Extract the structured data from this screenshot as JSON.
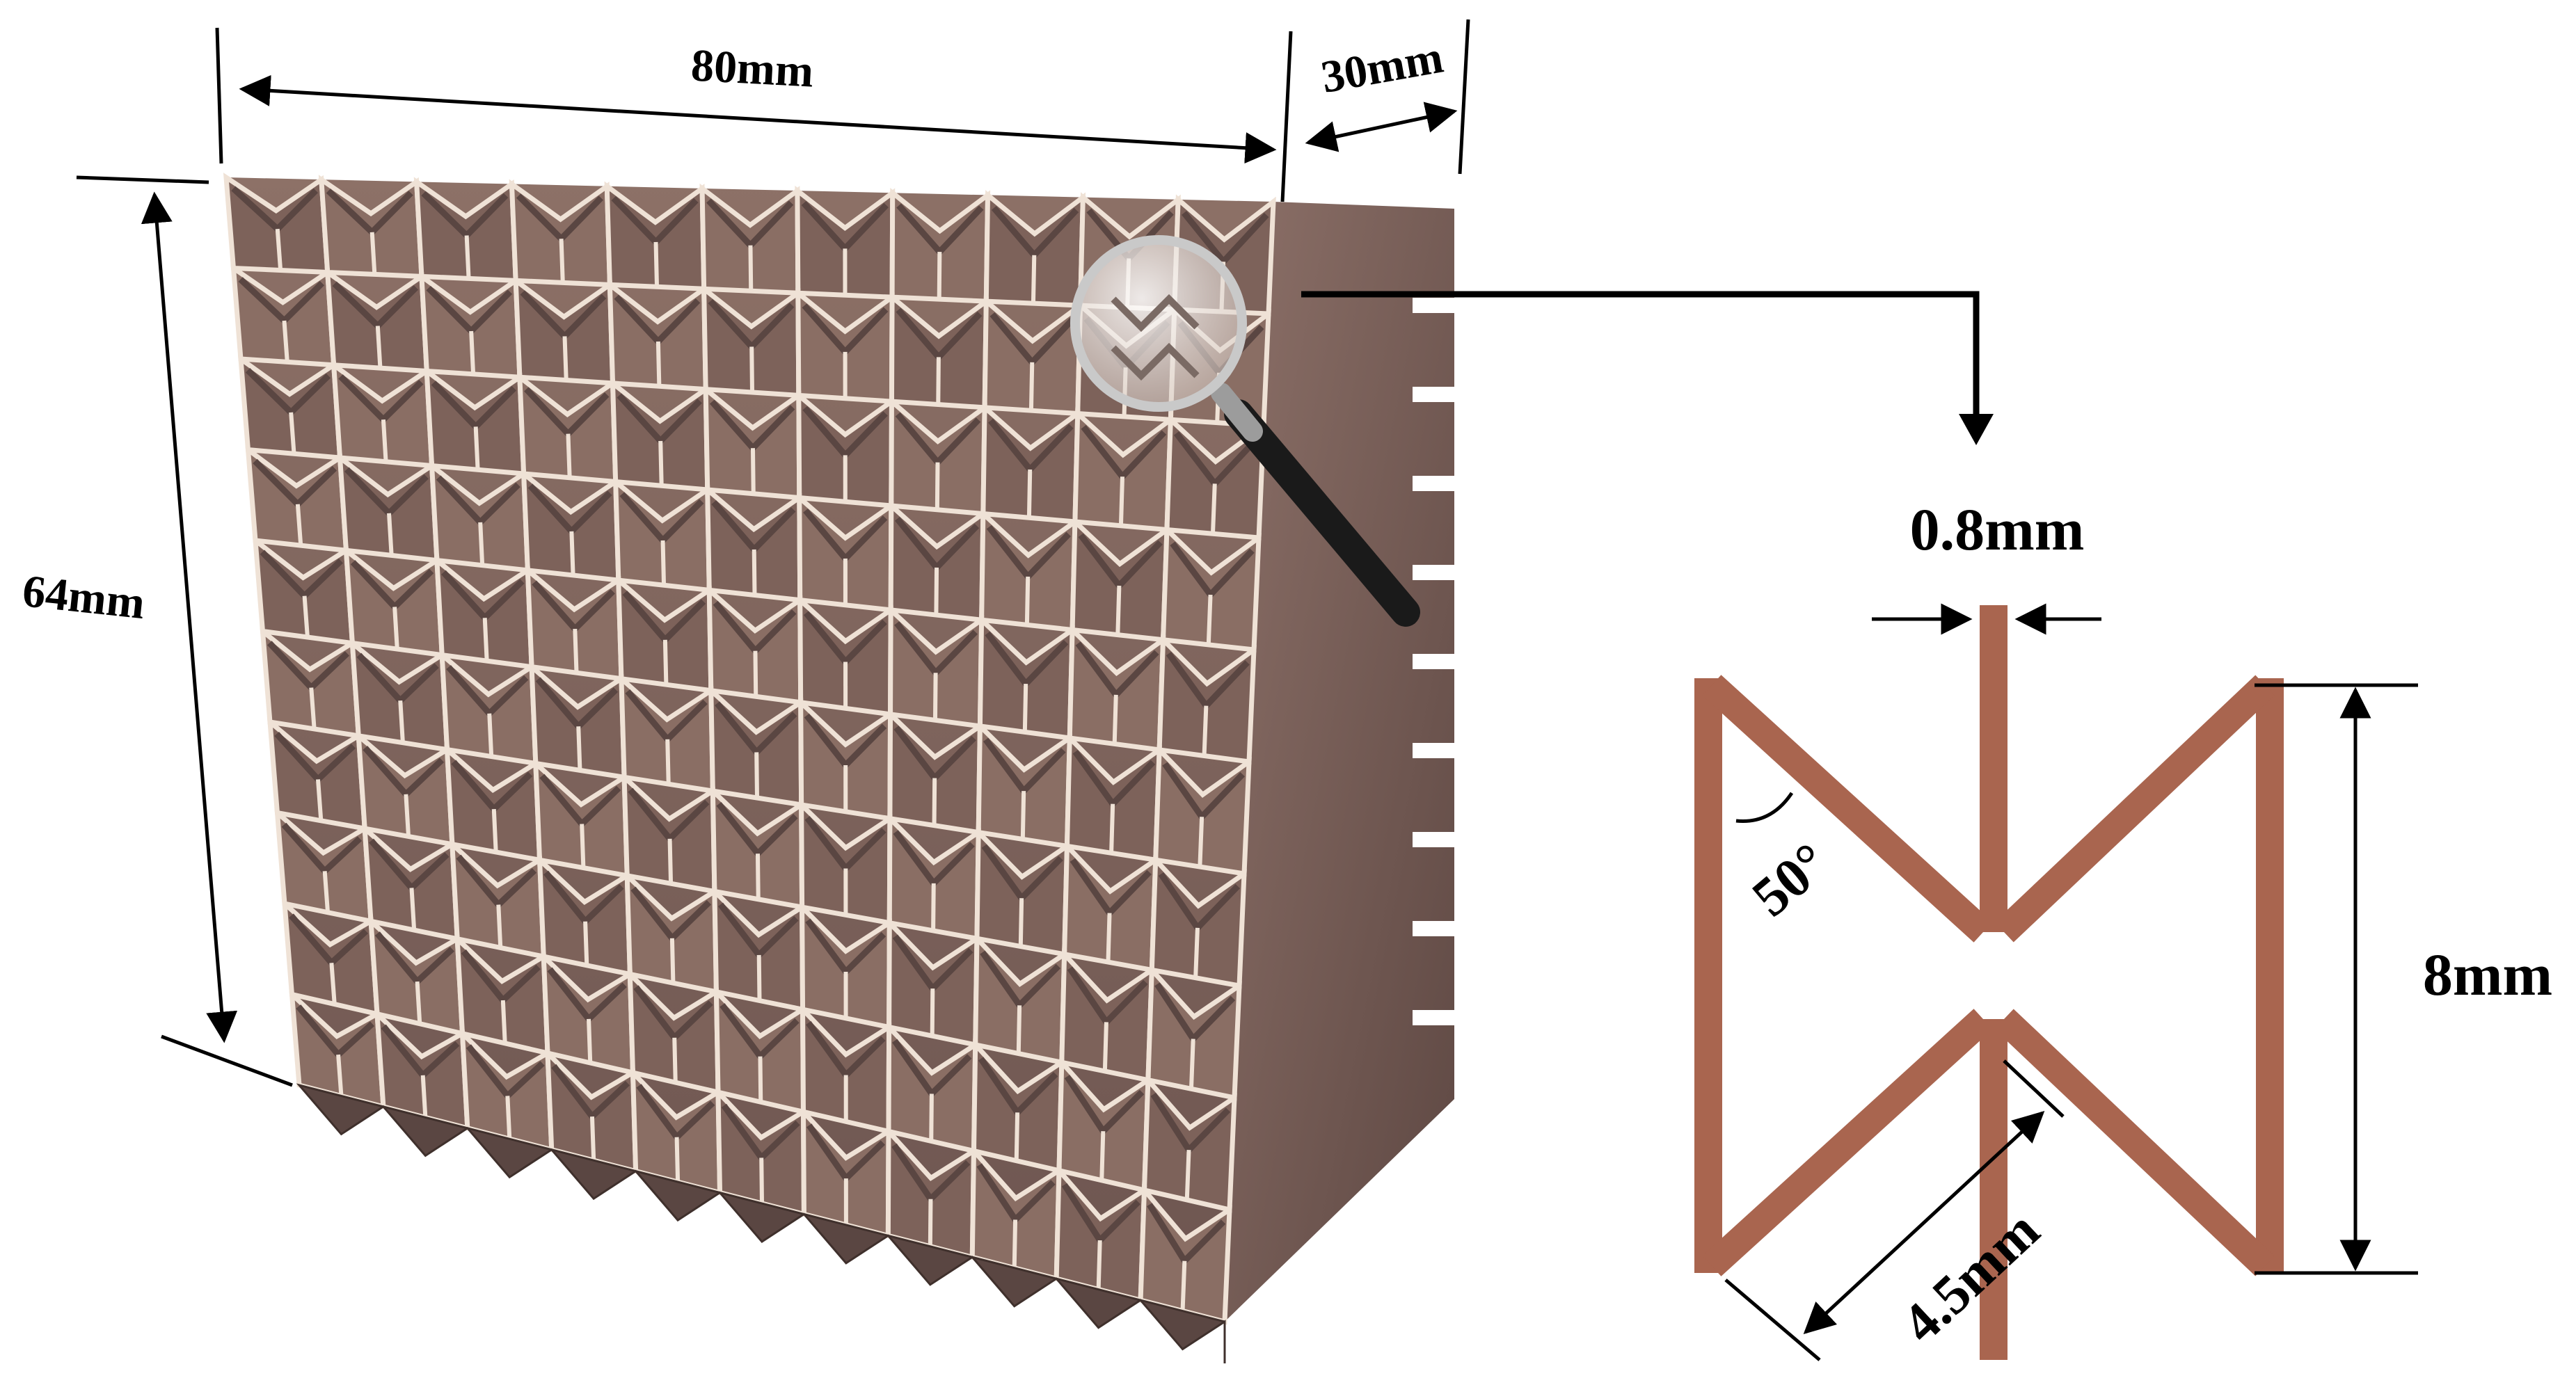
{
  "dimensions": {
    "width_label": "80mm",
    "depth_label": "30mm",
    "height_label": "64mm"
  },
  "unit_cell": {
    "wall_thickness_label": "0.8mm",
    "angle_label": "50°",
    "cell_height_label": "8mm",
    "strut_length_label": "4.5mm"
  },
  "colors": {
    "cell_strut": "#a9654f",
    "structure_face": "#7a5f57",
    "structure_light": "#efe2d6",
    "structure_edge": "#5a4642",
    "dimension_line": "#000000",
    "magnifier_handle": "#1a1a1a"
  },
  "icons": {
    "magnifier": "magnifying-glass-icon"
  },
  "lattice": {
    "columns": 11,
    "rows": 10
  }
}
